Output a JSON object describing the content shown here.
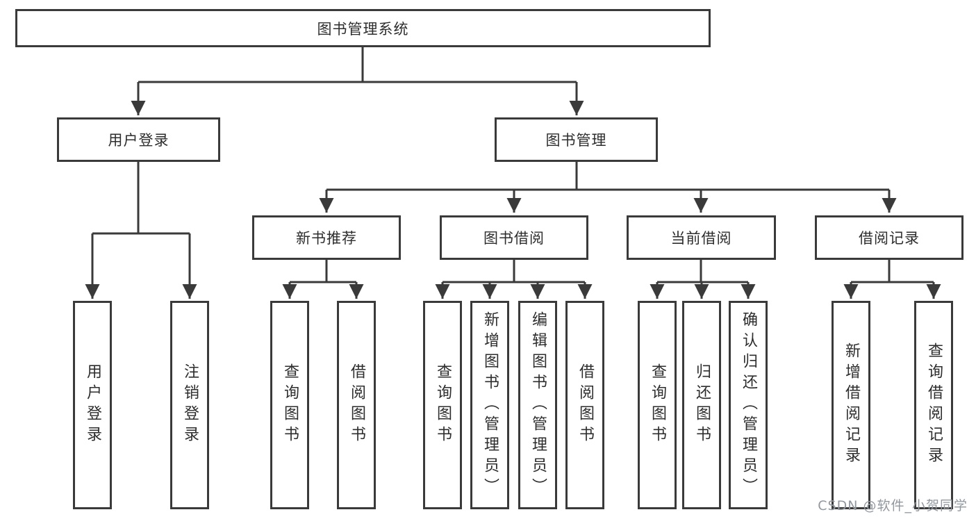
{
  "diagram": {
    "type": "functional-structure-tree",
    "title": "图书管理系统",
    "colors": {
      "line": "#3a3a3a",
      "box_border": "#3a3a3a",
      "text": "#2d2d2d",
      "background": "#ffffff",
      "watermark": "#9298a0"
    },
    "tree": {
      "label": "图书管理系统",
      "children": [
        {
          "label": "用户登录",
          "children": [
            {
              "label": "用户登录"
            },
            {
              "label": "注销登录"
            }
          ]
        },
        {
          "label": "图书管理",
          "children": [
            {
              "label": "新书推荐",
              "children": [
                {
                  "label": "查询图书"
                },
                {
                  "label": "借阅图书"
                }
              ]
            },
            {
              "label": "图书借阅",
              "children": [
                {
                  "label": "查询图书"
                },
                {
                  "label": "新增图书（管理员）"
                },
                {
                  "label": "编辑图书（管理员）"
                },
                {
                  "label": "借阅图书"
                }
              ]
            },
            {
              "label": "当前借阅",
              "children": [
                {
                  "label": "查询图书"
                },
                {
                  "label": "归还图书"
                },
                {
                  "label": "确认归还（管理员）"
                }
              ]
            },
            {
              "label": "借阅记录",
              "children": [
                {
                  "label": "新增借阅记录"
                },
                {
                  "label": "查询借阅记录"
                }
              ]
            }
          ]
        }
      ]
    },
    "watermark": {
      "text": "CSDN @软件_小贺同学"
    }
  }
}
